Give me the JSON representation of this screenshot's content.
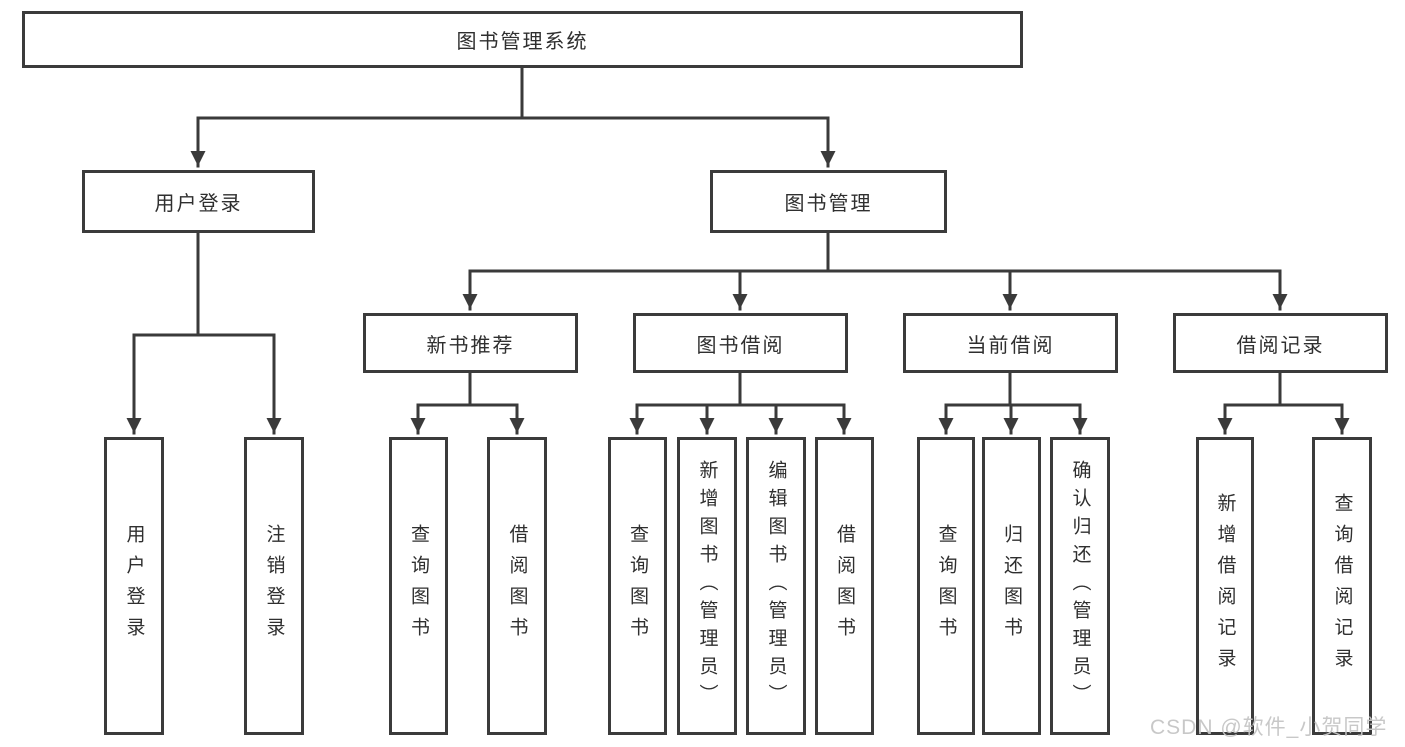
{
  "diagram_title": "图书管理系统",
  "nodes": {
    "root": "图书管理系统",
    "userLogin": "用户登录",
    "bookMgmt": "图书管理",
    "newBooks": "新书推荐",
    "bookBorrow": "图书借阅",
    "currentBorrow": "当前借阅",
    "borrowRecords": "借阅记录",
    "leafLogin": "用户登录",
    "leafLogout": "注销登录",
    "nbQuery": "查询图书",
    "nbBorrow": "借阅图书",
    "bbQuery": "查询图书",
    "bbAdd": "新增图书（管理员）",
    "bbEdit": "编辑图书（管理员）",
    "bbBorrow": "借阅图书",
    "cbQuery": "查询图书",
    "cbReturn": "归还图书",
    "cbConfirm": "确认归还（管理员）",
    "brAdd": "新增借阅记录",
    "brQuery": "查询借阅记录"
  },
  "colors": {
    "line": "#3a3a3a",
    "border": "#3b3b3b",
    "text": "#2f2f2f",
    "watermark": "#c6c6c6"
  },
  "watermark": "CSDN @软件_小贺同学"
}
